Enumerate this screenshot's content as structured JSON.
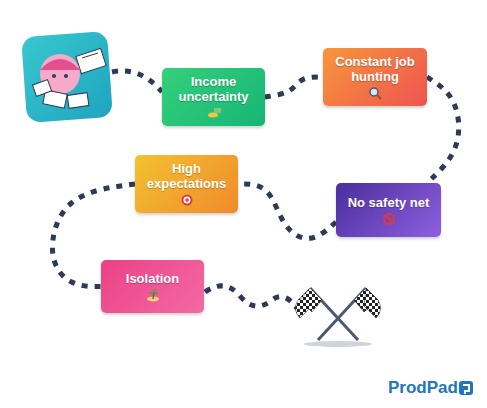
{
  "diagram": {
    "nodes": [
      {
        "text": [
          "Income uncertainty"
        ]
      },
      {
        "text": [
          "Constant job hunting"
        ]
      },
      {
        "text": [
          "No safety net"
        ]
      },
      {
        "text": [
          "High expectations"
        ]
      },
      {
        "text": [
          "Isolation"
        ]
      }
    ],
    "edges": [
      {
        "from": 0,
        "to": 1,
        "arrow": "none"
      },
      {
        "from": 1,
        "to": 2,
        "arrow": "none"
      },
      {
        "from": 2,
        "to": 3,
        "arrow": "none"
      },
      {
        "from": 3,
        "to": 4,
        "arrow": "none"
      }
    ],
    "labels": [
      "ProdPad"
    ]
  }
}
